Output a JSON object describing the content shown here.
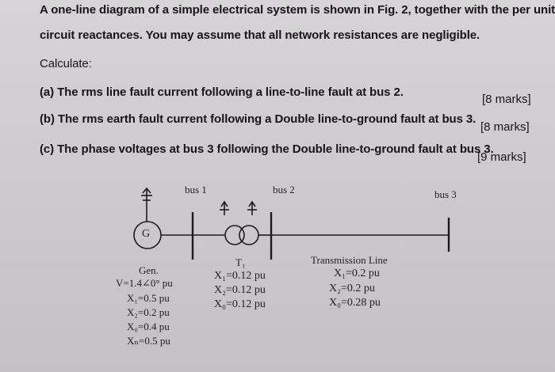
{
  "intro_line1": "A one-line diagram of a simple electrical system is shown in Fig. 2, together with the per unit",
  "intro_line2": "circuit reactances. You may assume that all network resistances are negligible.",
  "calculate": "Calculate:",
  "questions": [
    {
      "text": "(a) The rms line fault current following a line-to-line fault at bus 2.",
      "marks": "[8 marks]"
    },
    {
      "text": "(b) The rms earth fault current following a Double line-to-ground fault at bus 3.",
      "marks": "[8 marks]"
    },
    {
      "text": "(c) The phase voltages at bus 3 following the Double line-to-ground fault at bus 3.",
      "marks": "[9 marks]"
    }
  ],
  "diagram": {
    "bus1": "bus 1",
    "bus2": "bus 2",
    "bus3": "bus 3",
    "gen_symbol": "G",
    "generator": {
      "title": "Gen.",
      "lines": [
        "V=1.4∠0° pu",
        "X₁=0.5 pu",
        "X₂=0.2 pu",
        "X₀=0.4 pu",
        "Xₙ=0.5 pu"
      ]
    },
    "transformer": {
      "title": "T₁",
      "lines": [
        "X₁=0.12 pu",
        "X₂=0.12 pu",
        "X₀=0.12 pu"
      ]
    },
    "line": {
      "title": "Transmission Line",
      "lines": [
        "X₁=0.2 pu",
        "X₂=0.2 pu",
        "X₀=0.28 pu"
      ]
    }
  }
}
